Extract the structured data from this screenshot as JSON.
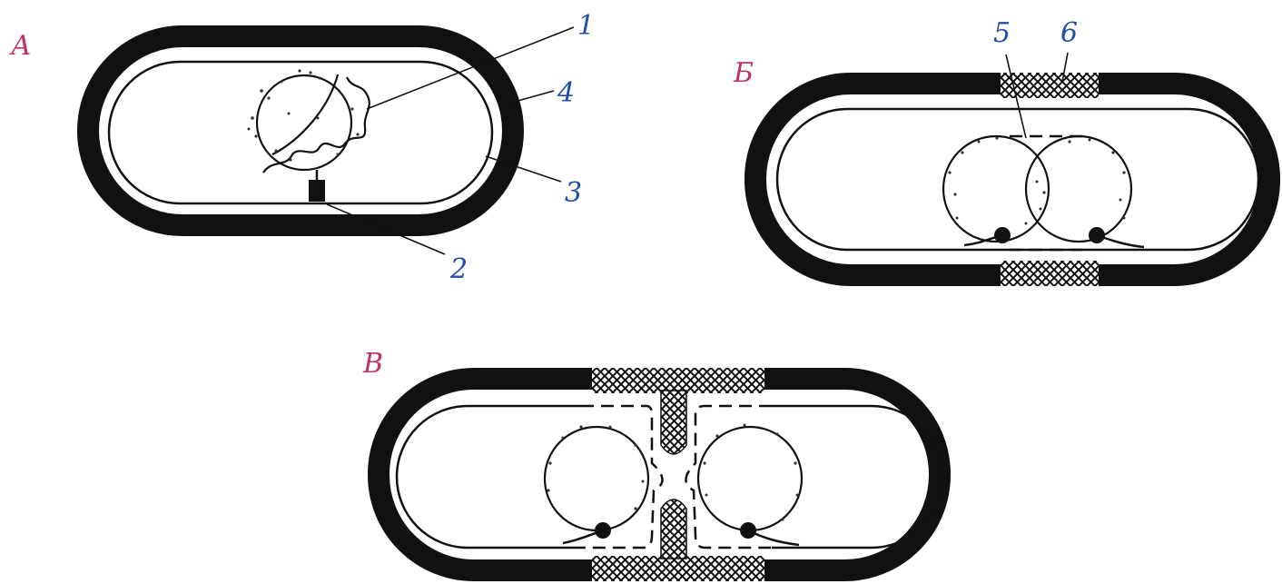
{
  "colors": {
    "panel_label": "#c0306a",
    "number_label": "#1f4fa8",
    "wall": "#111111",
    "septum_pattern": "#111111"
  },
  "panels": {
    "a": {
      "label": "А"
    },
    "b": {
      "label": "Б"
    },
    "c": {
      "label": "В"
    }
  },
  "labels": {
    "n1": "1",
    "n2": "2",
    "n3": "3",
    "n4": "4",
    "n5": "5",
    "n6": "6"
  }
}
